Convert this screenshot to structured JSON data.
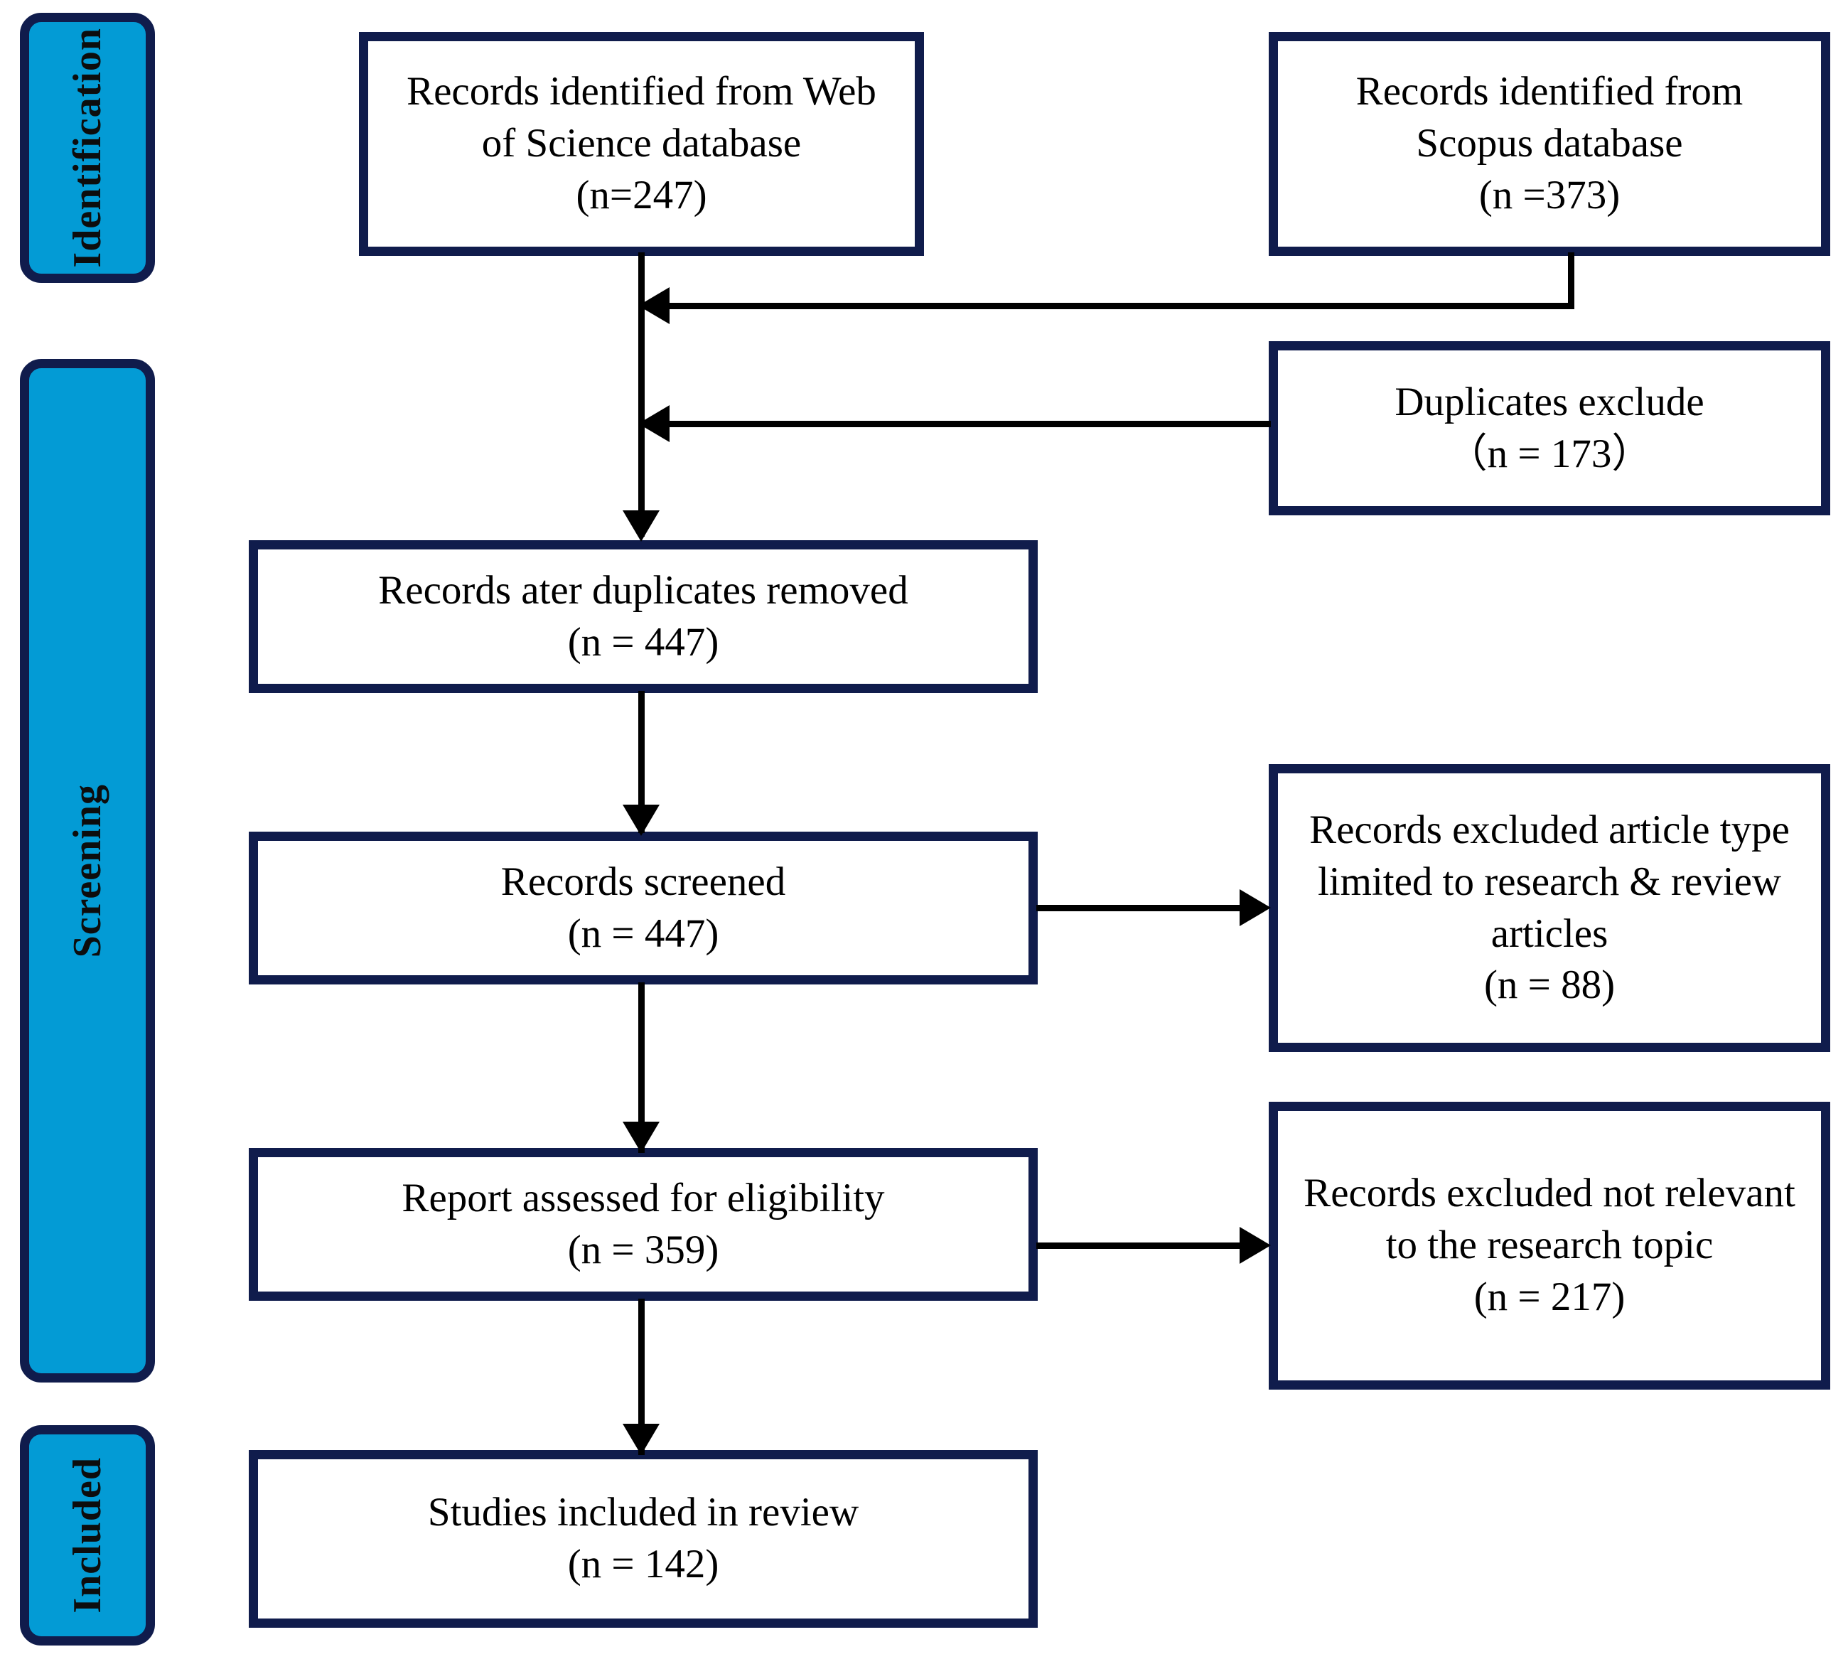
{
  "diagram": {
    "type": "prisma-flow-diagram",
    "title": "PRISMA literature selection flow",
    "colors": {
      "stage_fill": "#039BD5",
      "border": "#101C4C",
      "box_fill": "#FFFFFF",
      "connector": "#000000",
      "text": "#000000"
    }
  },
  "stages": [
    {
      "id": "identification",
      "label": "Identification"
    },
    {
      "id": "screening",
      "label": "Screening"
    },
    {
      "id": "included",
      "label": "Included"
    }
  ],
  "nodes": {
    "web_of_science": {
      "label": "Records identified from Web\nof Science database\n(n=247)",
      "count": 247,
      "stage": "identification"
    },
    "scopus": {
      "label": "Records identified from\nScopus database\n(n =373)",
      "count": 373,
      "stage": "identification"
    },
    "duplicates_excluded": {
      "label": "Duplicates exclude\n（n = 173）",
      "count": 173,
      "stage": "screening"
    },
    "after_duplicates": {
      "label": "Records ater duplicates removed\n(n = 447)",
      "count": 447,
      "stage": "screening"
    },
    "records_screened": {
      "label": "Records screened\n(n = 447)",
      "count": 447,
      "stage": "screening"
    },
    "excluded_article_type": {
      "label": "Records excluded article type\nlimited to research & review\narticles\n(n = 88)",
      "count": 88,
      "stage": "screening"
    },
    "report_eligibility": {
      "label": "Report assessed for eligibility\n(n = 359)",
      "count": 359,
      "stage": "screening"
    },
    "excluded_not_relevant": {
      "label": "Records excluded not relevant\nto the research topic\n(n = 217)",
      "count": 217,
      "stage": "screening"
    },
    "studies_included": {
      "label": "Studies included in review\n(n = 142)",
      "count": 142,
      "stage": "included"
    }
  },
  "flow": [
    {
      "from": "web_of_science",
      "to": "after_duplicates",
      "direction": "down"
    },
    {
      "from": "scopus",
      "to": "after_duplicates",
      "direction": "left-merge"
    },
    {
      "from": "duplicates_excluded",
      "to": "after_duplicates",
      "direction": "left-merge"
    },
    {
      "from": "after_duplicates",
      "to": "records_screened",
      "direction": "down"
    },
    {
      "from": "records_screened",
      "to": "excluded_article_type",
      "direction": "right"
    },
    {
      "from": "records_screened",
      "to": "report_eligibility",
      "direction": "down"
    },
    {
      "from": "report_eligibility",
      "to": "excluded_not_relevant",
      "direction": "right"
    },
    {
      "from": "report_eligibility",
      "to": "studies_included",
      "direction": "down"
    }
  ]
}
